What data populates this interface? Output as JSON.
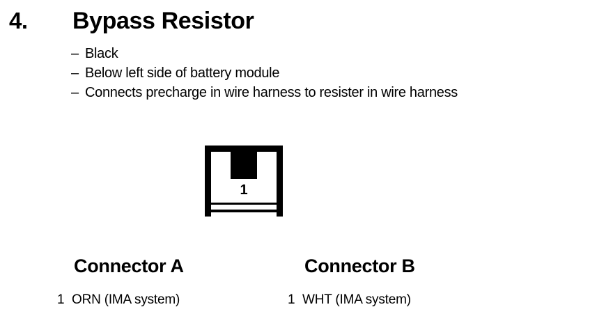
{
  "item": {
    "number": "4.",
    "title": "Bypass Resistor",
    "bullets": [
      {
        "dash": "–",
        "text": "Black"
      },
      {
        "dash": "–",
        "text": "Below left side of battery module"
      },
      {
        "dash": "–",
        "text": "Connects precharge in wire harness to resister in wire harness"
      }
    ]
  },
  "symbol": {
    "name": "connector-symbol",
    "pin_label": "1"
  },
  "connectors": [
    {
      "title": "Connector A",
      "pins": [
        {
          "number": "1",
          "description": "ORN (IMA system)"
        }
      ]
    },
    {
      "title": "Connector B",
      "pins": [
        {
          "number": "1",
          "description": "WHT (IMA system)"
        }
      ]
    }
  ],
  "colors": {
    "background": "#ffffff",
    "ink": "#000000"
  }
}
